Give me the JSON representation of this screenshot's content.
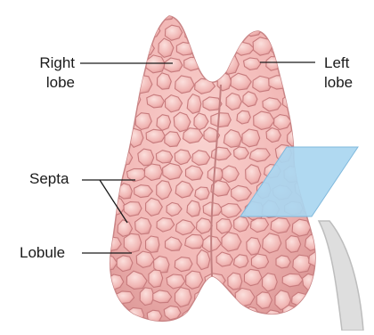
{
  "labels": {
    "right_lobe_line1": "Right",
    "right_lobe_line2": "lobe",
    "left_lobe_line1": "Left",
    "left_lobe_line2": "lobe",
    "septa": "Septa",
    "lobule": "Lobule"
  },
  "colors": {
    "tissue": "#f2b8b6",
    "tissue_shadow": "#d98a8a",
    "septa_line": "#c77b7d",
    "section_plane": "#a9d6f0",
    "callout": "#d4d4d4"
  }
}
